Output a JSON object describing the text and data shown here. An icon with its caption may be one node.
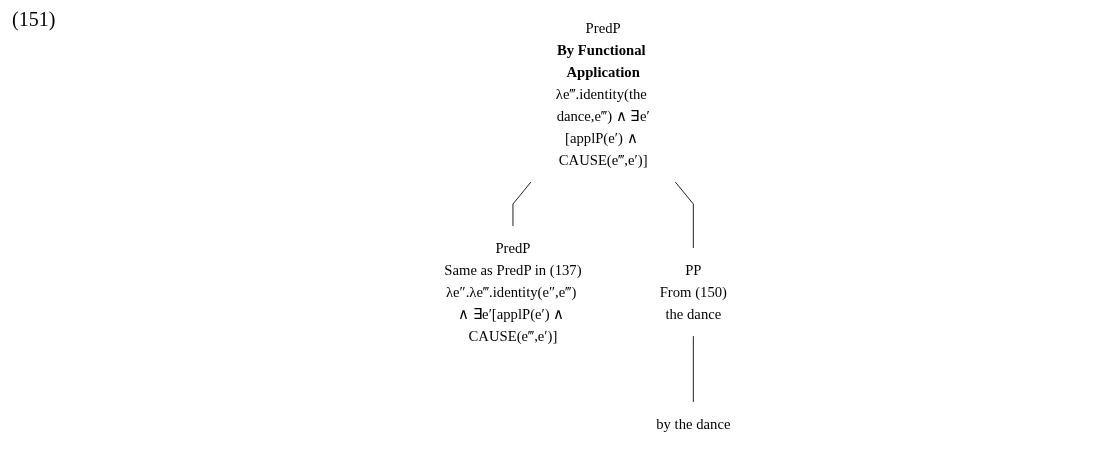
{
  "diagram": {
    "nodes": [
      {
        "text": [
          "PredP",
          "By Functional Application",
          "λe‴.identity(the dance,e‴) ∧ ∃e′[applP(e′) ∧ CAUSE(e‴,e′)]"
        ]
      },
      {
        "text": [
          "PredP",
          "Same as PredP in (137)",
          "λe″.λe‴.identity(e″,e‴) ∧ ∃e′[applP(e′) ∧ CAUSE(e‴,e′)]"
        ]
      },
      {
        "text": [
          "PP",
          "From (150)",
          "the dance"
        ]
      },
      {
        "text": [
          "by the dance"
        ]
      }
    ],
    "edges": [
      {
        "from": 0,
        "to": 1,
        "arrow": "none"
      },
      {
        "from": 0,
        "to": 2,
        "arrow": "none"
      },
      {
        "from": 2,
        "to": 3,
        "arrow": "none"
      }
    ],
    "labels": [
      "(151)"
    ]
  }
}
